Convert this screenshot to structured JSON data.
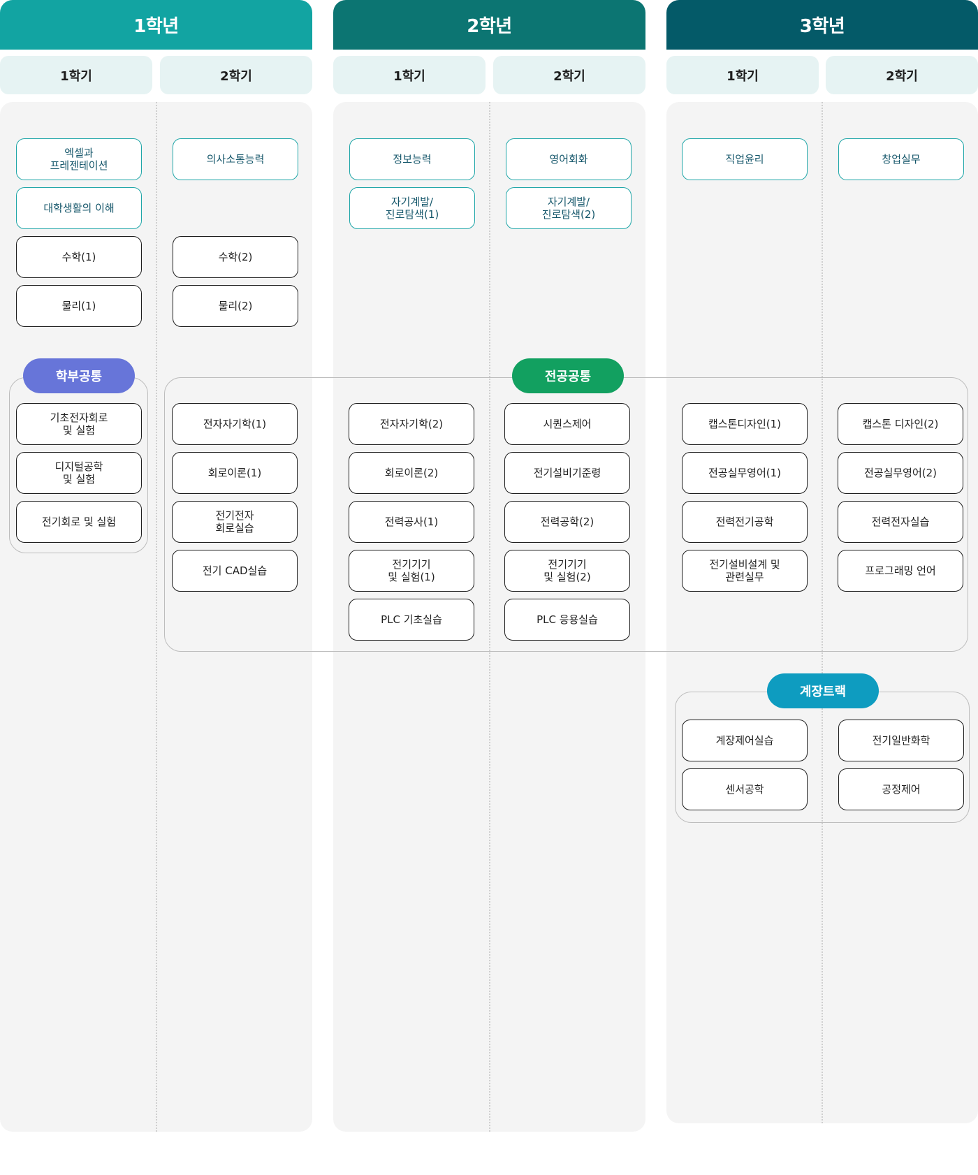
{
  "years": [
    {
      "label": "1학년",
      "semesters": [
        "1학기",
        "2학기"
      ]
    },
    {
      "label": "2학년",
      "semesters": [
        "1학기",
        "2학기"
      ]
    },
    {
      "label": "3학년",
      "semesters": [
        "1학기",
        "2학기"
      ]
    }
  ],
  "groups": {
    "dept_common": "학부공통",
    "major_common": "전공공통",
    "track": "계장트랙"
  },
  "general_courses": {
    "y1s1": [
      "엑셀과\n프레젠테이션",
      "대학생활의 이해"
    ],
    "y1s2": [
      "의사소통능력"
    ],
    "y2s1": [
      "정보능력",
      "자기계발/\n진로탐색(1)"
    ],
    "y2s2": [
      "영어회화",
      "자기계발/\n진로탐색(2)"
    ],
    "y3s1": [
      "직업윤리"
    ],
    "y3s2": [
      "창업실무"
    ]
  },
  "basic_courses": {
    "y1s1": [
      "수학(1)",
      "물리(1)"
    ],
    "y1s2": [
      "수학(2)",
      "물리(2)"
    ]
  },
  "dept_common_courses": [
    "기초전자회로\n및 실험",
    "디지털공학\n및 실험",
    "전기회로 및 실험"
  ],
  "major_common_courses": {
    "y1s2": [
      "전자자기학(1)",
      "회로이론(1)",
      "전기전자\n회로실습",
      "전기 CAD실습"
    ],
    "y2s1": [
      "전자자기학(2)",
      "회로이론(2)",
      "전력공사(1)",
      "전기기기\n및 실험(1)",
      "PLC 기초실습"
    ],
    "y2s2": [
      "시퀀스제어",
      "전기설비기준령",
      "전력공학(2)",
      "전기기기\n및 실험(2)",
      "PLC 응용실습"
    ],
    "y3s1": [
      "캡스톤디자인(1)",
      "전공실무영어(1)",
      "전력전기공학",
      "전기설비설계 및\n관련실무"
    ],
    "y3s2": [
      "캡스톤 디자인(2)",
      "전공실무영어(2)",
      "전력전자실습",
      "프로그래밍 언어"
    ]
  },
  "track_courses": {
    "y3s1": [
      "계장제어실습",
      "센서공학"
    ],
    "y3s2": [
      "전기일반화학",
      "공정제어"
    ]
  }
}
